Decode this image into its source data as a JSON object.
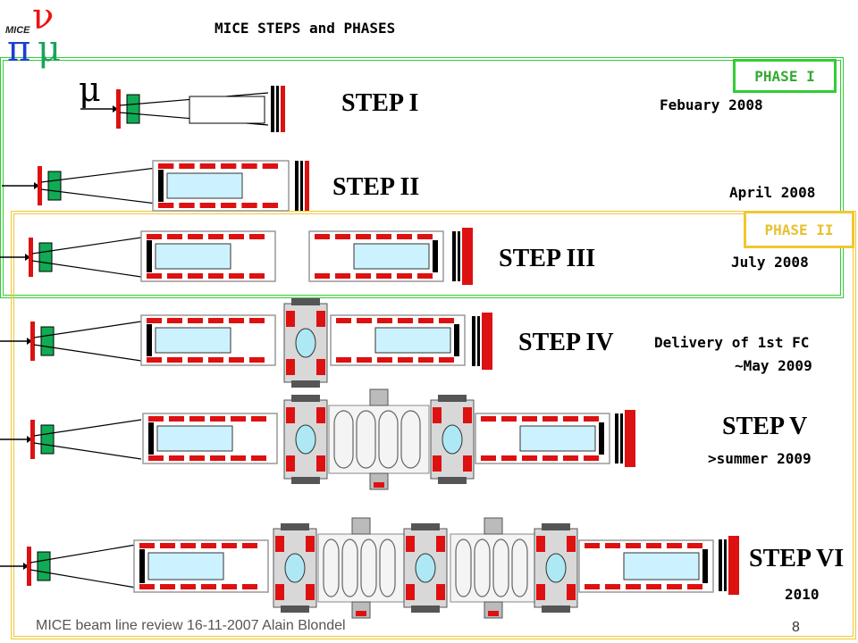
{
  "slide": {
    "title": "MICE STEPS and PHASES",
    "mu_symbol": "μ",
    "footer": "MICE beam line review 16-11-2007 Alain Blondel",
    "page_number": "8"
  },
  "logo": {
    "text": "MICE",
    "pi": "π",
    "nu": "ν",
    "mu": "μ"
  },
  "phases": [
    {
      "label": "PHASE I",
      "color": "#33cc33"
    },
    {
      "label": "PHASE II",
      "color": "#f0c830"
    }
  ],
  "steps": [
    {
      "label": "STEP I",
      "date": "Febuary 2008"
    },
    {
      "label": "STEP II",
      "date": "April 2008"
    },
    {
      "label": "STEP III",
      "date": "July 2008"
    },
    {
      "label": "STEP IV",
      "date": "Delivery of 1st FC",
      "date2": "~May 2009"
    },
    {
      "label": "STEP V",
      "date": ">summer 2009"
    },
    {
      "label": "STEP VI",
      "date": "2010"
    }
  ],
  "colors": {
    "absorber_red": "#dd1111",
    "tof_green": "#11aa55",
    "tracker_fill": "#cdf2ff",
    "lh2_fill": "#aee8f4"
  }
}
